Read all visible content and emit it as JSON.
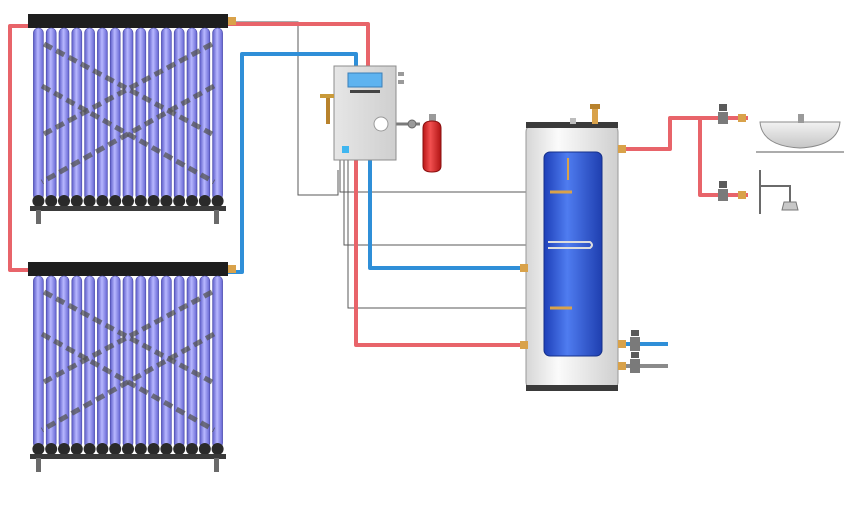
{
  "diagram": {
    "kind": "solar-water-heating-system",
    "components": [
      "solar-collector-upper",
      "solar-collector-lower",
      "pump-station-controller",
      "expansion-vessel",
      "hot-water-storage-tank",
      "wash-basin",
      "shower"
    ],
    "colors": {
      "hot_pipe": "#e8646a",
      "cold_pipe": "#2f8fd8",
      "sensor_wire": "#5a5a5a",
      "tube_glass": "#7f7fe6",
      "manifold": "#1e1e1e",
      "tank_body": "#ececec",
      "tank_inner": "#2f56d2",
      "expansion_vessel": "#e02626",
      "controller_screen": "#5eb3f0",
      "fitting_brass": "#d9a24a"
    },
    "collector_tube_count": 15
  }
}
